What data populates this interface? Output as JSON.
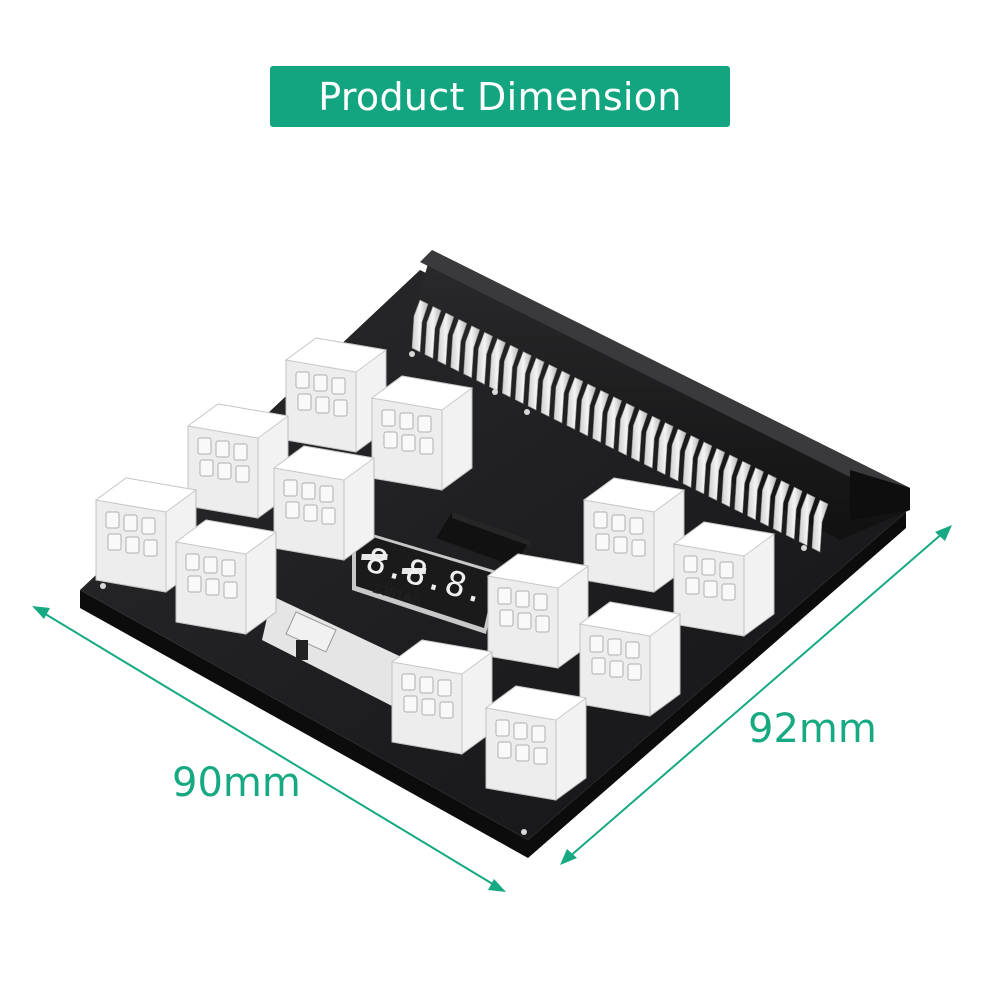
{
  "header": {
    "title": "Product Dimension"
  },
  "dimensions": {
    "width_label": "90mm",
    "depth_label": "92mm"
  },
  "board": {
    "display_label": "2381AS",
    "display_digits": "8.8.8.",
    "connector_count": 12
  },
  "colors": {
    "accent": "#13a57f",
    "dimension_text": "#16a982",
    "board": "#1c1c1e",
    "connector": "#f2f2f2"
  }
}
